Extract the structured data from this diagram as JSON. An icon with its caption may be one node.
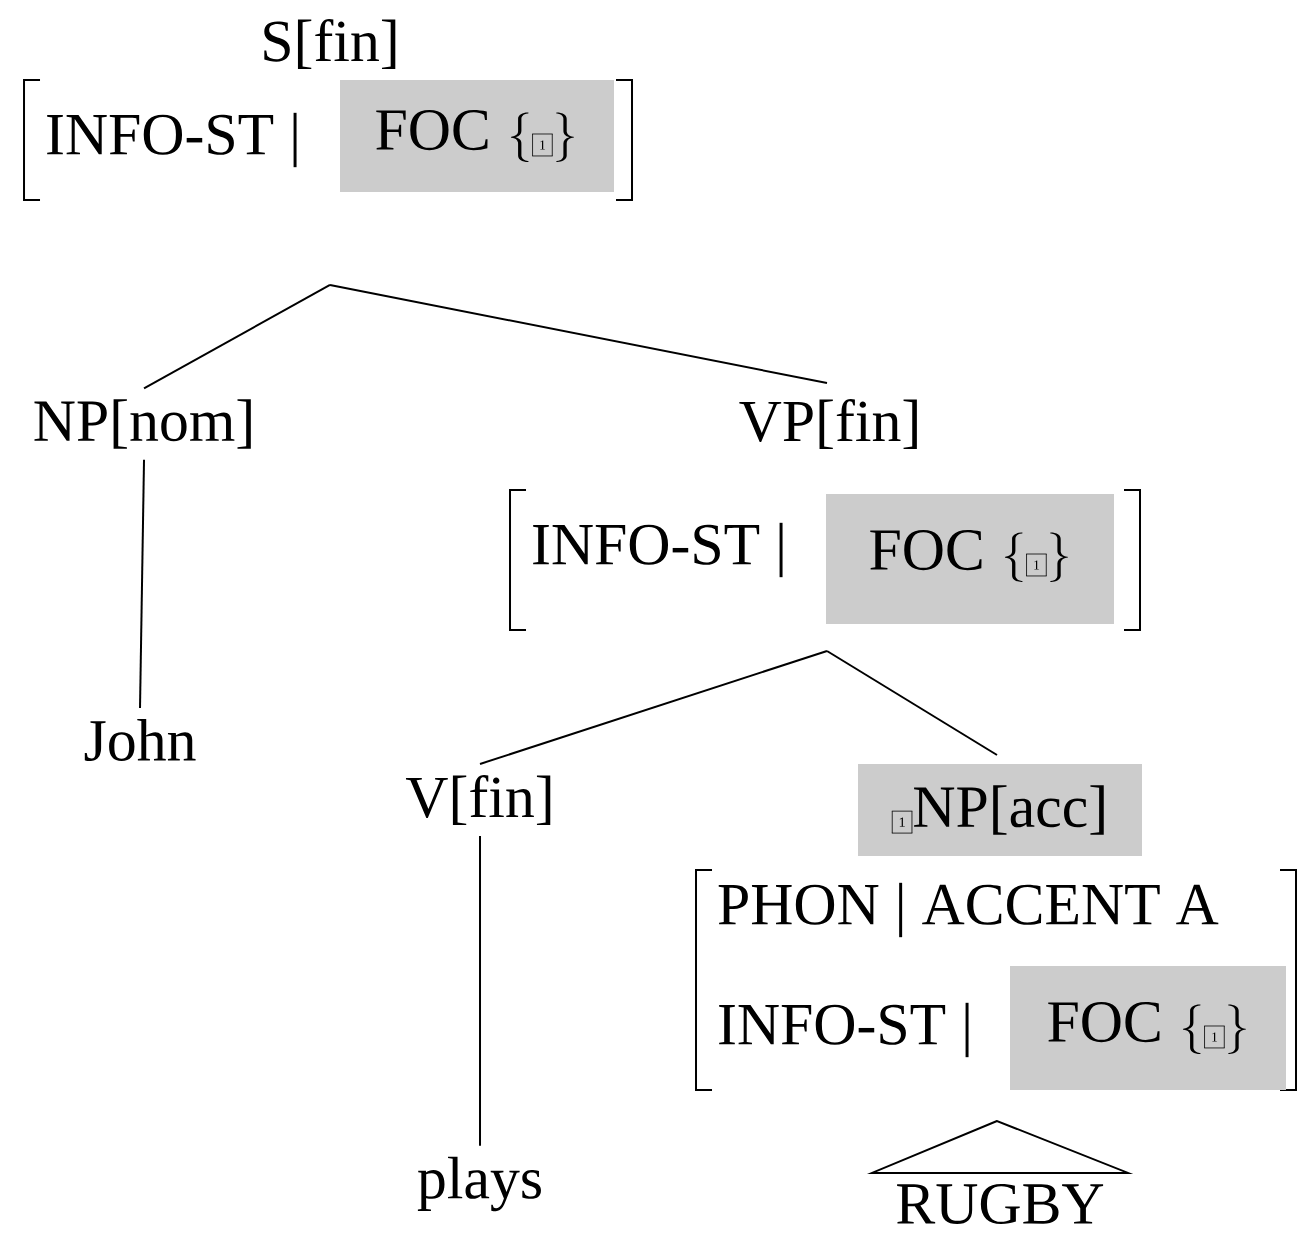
{
  "diagram": {
    "nodes": [
      {
        "text": [
          "S[fin]",
          "INFO-ST |"
        ]
      },
      {
        "text": [
          "\\mbox{FOC}\\,\\left\\{\\fbox{\\scriptsize 1}\\right\\}"
        ],
        "in": 0
      },
      {
        "text": [
          "NP[nom]"
        ]
      },
      {
        "text": [
          "John"
        ]
      },
      {
        "text": [
          "VP[fin]",
          "INFO-ST |"
        ]
      },
      {
        "text": [
          "\\mbox{FOC}\\,\\left\\{\\fbox{\\scriptsize 1}\\right\\}"
        ],
        "in": 4
      },
      {
        "text": [
          "V[fin]"
        ]
      },
      {
        "text": [
          "plays"
        ]
      },
      {
        "text": [
          "\\fbox{\\scriptsize 1}\\mbox{NP[acc]}",
          "PHON | ACCENT A",
          "INFO-ST |"
        ]
      },
      {
        "text": [
          "\\mbox{FOC}\\,\\left\\{\\fbox{\\scriptsize 1}\\right\\}"
        ],
        "in": 8
      },
      {
        "text": [
          "RUGBY"
        ]
      }
    ],
    "edges": [
      {
        "from": 0,
        "to": 2,
        "arrow": "none"
      },
      {
        "from": 0,
        "to": 4,
        "arrow": "none"
      },
      {
        "from": 2,
        "to": 3,
        "arrow": "none"
      },
      {
        "from": 4,
        "to": 6,
        "arrow": "none"
      },
      {
        "from": 4,
        "to": 8,
        "arrow": "none"
      },
      {
        "from": 6,
        "to": 7,
        "arrow": "none"
      },
      {
        "from": 8,
        "to": 10,
        "arrow": "none"
      }
    ]
  }
}
